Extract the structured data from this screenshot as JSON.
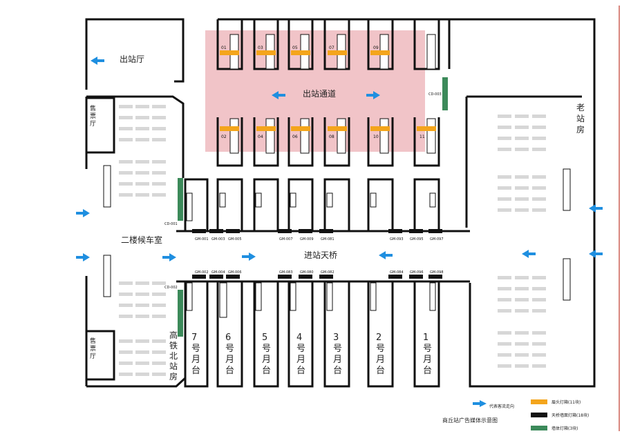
{
  "labels": {
    "exit_hall": "出站厅",
    "exit_passage": "出站通道",
    "ticket_hall_top": "售\n票\n厅",
    "ticket_hall_bottom": "售\n票\n厅",
    "waiting_room": "二楼候车室",
    "hsr_station": "高\n铁\n北\n站\n房",
    "old_station": "老\n站\n房",
    "skybridge": "进站天桥"
  },
  "platforms": [
    "7号月台",
    "6号月台",
    "5号月台",
    "4号月台",
    "3号月台",
    "2号月台",
    "1号月台"
  ],
  "top_codes": [
    "01",
    "03",
    "05",
    "07",
    "09"
  ],
  "bottom_codes": [
    "02",
    "04",
    "06",
    "08",
    "10",
    "11"
  ],
  "cd_codes": {
    "cd003": "CD-003",
    "cd001": "CD-001",
    "cd002": "CD-002"
  },
  "gm_top": [
    "GM-001",
    "GM-003",
    "GM-005",
    "GM-007",
    "GM-009",
    "GM-081",
    "GM-093",
    "GM-095",
    "GM-097"
  ],
  "gm_bottom": [
    "GM-002",
    "GM-004",
    "GM-006",
    "GM-083",
    "GM-080",
    "GM-082",
    "GM-084",
    "GM-096",
    "GM-098"
  ],
  "legend": {
    "arrow": "代表客流走向",
    "items": [
      {
        "label": "眉头灯箱(11块)",
        "color": "#f4a51c"
      },
      {
        "label": "天桥墙面灯箱(18块)",
        "color": "#111111"
      },
      {
        "label": "墙体灯箱(3块)",
        "color": "#3c8a5a"
      }
    ]
  },
  "caption": "商丘站广告媒体示意图",
  "colors": {
    "wall": "#111111",
    "highlight": "#f1c4c8",
    "arrow": "#1f8fe0",
    "orange": "#f4a51c",
    "green": "#3c8a5a"
  }
}
